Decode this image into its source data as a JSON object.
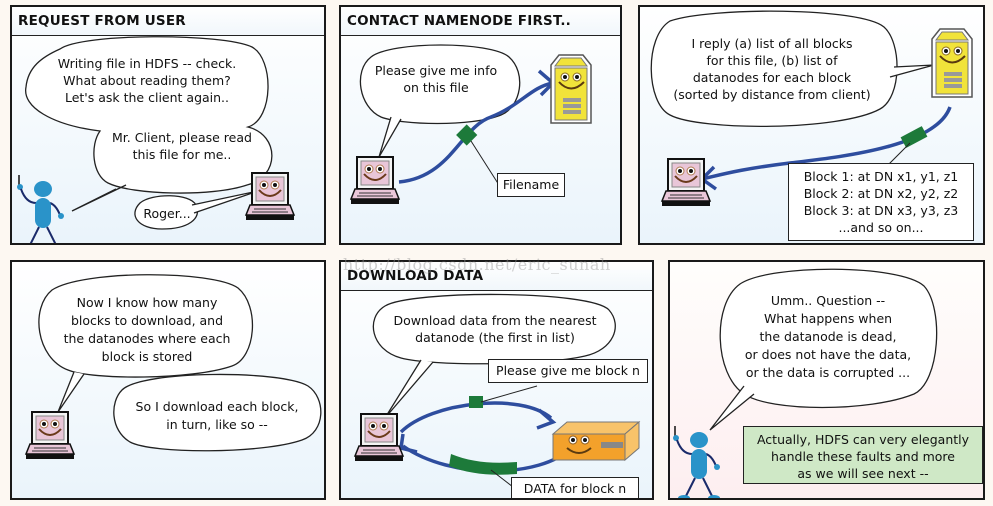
{
  "colors": {
    "arrow": "#2e4d9e",
    "packet": "#1d7a3a",
    "figure": "#2a93c9",
    "laptop_screen": "#e9c6d8",
    "namenode": "#f1e33a",
    "datanode": "#f3a12b",
    "note_green": "#cfe8c6"
  },
  "panels": [
    {
      "title": "REQUEST FROM USER",
      "bubble1": [
        "Writing file in HDFS -- check.",
        "What about reading them?",
        "Let's ask the client again.."
      ],
      "bubble2": [
        "Mr. Client, please read",
        "this file for me.."
      ],
      "bubble3": "Roger..."
    },
    {
      "title": "CONTACT NAMENODE FIRST..",
      "bubble1": [
        "Please give me info",
        "on this file"
      ],
      "label": "Filename"
    },
    {
      "bubble1": [
        "I reply (a) list of all blocks",
        "for this file, (b) list of",
        "datanodes for each block",
        "(sorted by distance from client)"
      ],
      "list": [
        "Block 1: at DN x1, y1, z1",
        "Block 2: at DN x2, y2, z2",
        "Block 3: at DN x3, y3, z3",
        "...and so on..."
      ]
    },
    {
      "bubble1": [
        "Now I know how many",
        "blocks to download, and",
        "the datanodes where each",
        "block is stored"
      ],
      "bubble2": [
        "So I download each block,",
        "in turn, like so --"
      ]
    },
    {
      "title": "DOWNLOAD DATA",
      "bubble1": [
        "Download data from the nearest",
        "datanode (the first in list)"
      ],
      "label_request": "Please give me block n",
      "label_data": "DATA for block n"
    },
    {
      "bubble1": [
        "Umm.. Question --",
        "What happens when",
        "the datanode is dead,",
        "or does not have the data,",
        "or the data is corrupted ..."
      ],
      "note": [
        "Actually, HDFS can very elegantly",
        "handle these faults and more",
        "as we will see next --"
      ]
    }
  ],
  "watermark": "http://blog.csdn.net/eric_sunah"
}
